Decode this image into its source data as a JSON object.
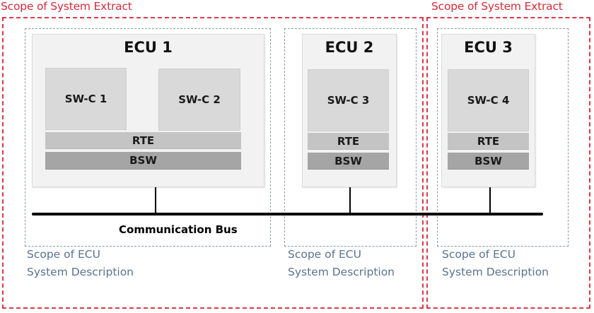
{
  "system_extract_scopes": [
    {
      "label": "Scope of System Extract"
    },
    {
      "label": "Scope of System Extract"
    }
  ],
  "ecus": [
    {
      "title": "ECU 1",
      "software_components": [
        "SW-C 1",
        "SW-C 2"
      ],
      "rte": "RTE",
      "bsw": "BSW",
      "scope_label_line1": "Scope of ECU",
      "scope_label_line2": "System Description"
    },
    {
      "title": "ECU 2",
      "software_components": [
        "SW-C 3"
      ],
      "rte": "RTE",
      "bsw": "BSW",
      "scope_label_line1": "Scope of ECU",
      "scope_label_line2": "System Description"
    },
    {
      "title": "ECU 3",
      "software_components": [
        "SW-C 4"
      ],
      "rte": "RTE",
      "bsw": "BSW",
      "scope_label_line1": "Scope of ECU",
      "scope_label_line2": "System Description"
    }
  ],
  "bus": {
    "label": "Communication Bus"
  },
  "colors": {
    "system_extract": "#d93a48",
    "ecu_scope": "#8a9bb0",
    "ecu_scope_text": "#5a7391",
    "ecu_bg": "#f2f2f2",
    "swc_bg": "#d9d9d9",
    "rte_bg": "#c4c4c4",
    "bsw_bg": "#a5a5a5"
  }
}
